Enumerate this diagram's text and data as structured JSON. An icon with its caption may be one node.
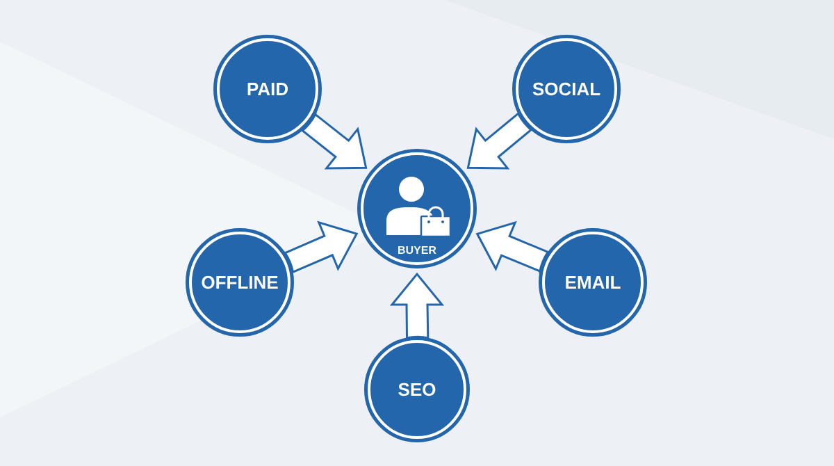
{
  "diagram": {
    "nodes": [
      {
        "text": [
          "PAID"
        ]
      },
      {
        "text": [
          "SOCIAL"
        ]
      },
      {
        "text": [
          "BUYER"
        ]
      },
      {
        "text": [
          "OFFLINE"
        ]
      },
      {
        "text": [
          "EMAIL"
        ]
      },
      {
        "text": [
          "SEO"
        ]
      }
    ],
    "edges": [
      {
        "from": 0,
        "to": 2,
        "arrow": "to"
      },
      {
        "from": 1,
        "to": 2,
        "arrow": "to"
      },
      {
        "from": 3,
        "to": 2,
        "arrow": "to"
      },
      {
        "from": 4,
        "to": 2,
        "arrow": "to"
      },
      {
        "from": 5,
        "to": 2,
        "arrow": "to"
      }
    ]
  }
}
